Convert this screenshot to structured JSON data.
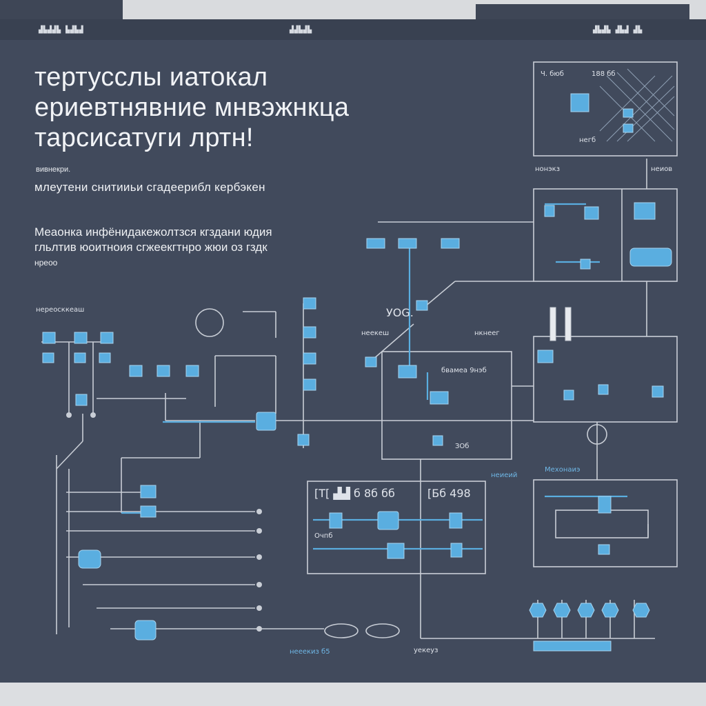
{
  "header": {
    "left_label": "▟▙▟▟▙ ▙▟▙▟",
    "center_label": "▟▟▙▟▙",
    "right_label": "▟▙▟▙ ▟▙▟ ▟▙"
  },
  "title_lines": [
    "тертусслы иатокал",
    "ериевтнявние мнвэжнкца",
    "тарсисатуги лртн!"
  ],
  "small_caption": "вивнекри.",
  "subtitle": "млеутени снитииьи сгадеерибл кербэкен",
  "description_lines": [
    "Меаонка инфёнидакежолтзся кгздани юдия",
    "гльлтив юоитноия сгжеекгтнро жюи оз гздк",
    "нреоо"
  ],
  "labels": {
    "left_group": "нереосккеаш",
    "vg": "УОG.",
    "mid_left": "неекеш",
    "mid_right": "нкнеег",
    "center_box_text": "бвамеа 9нэб",
    "center_box_small": "ЗОб",
    "ctrl_box_title": "[Т[ ▟▟ б 8б бб",
    "ctrl_box_title_right": "[Бб 498",
    "ctrl_box_sub": "Очпб",
    "right_mid": "Мехонаиэ",
    "right_mid_small": "неиеий",
    "bottom_left": "нееекиз б5",
    "bottom_center": "уекеуз",
    "top_right_a": "Ч. бюб",
    "top_right_b": "188 бб",
    "top_right_c": "негб",
    "row_label_1": "нонэкз",
    "row_label_2": "неиов"
  },
  "colors": {
    "board": "#414a5c",
    "line": "#c9ced6",
    "accent": "#5aaee0",
    "text": "#f1f3f6"
  }
}
